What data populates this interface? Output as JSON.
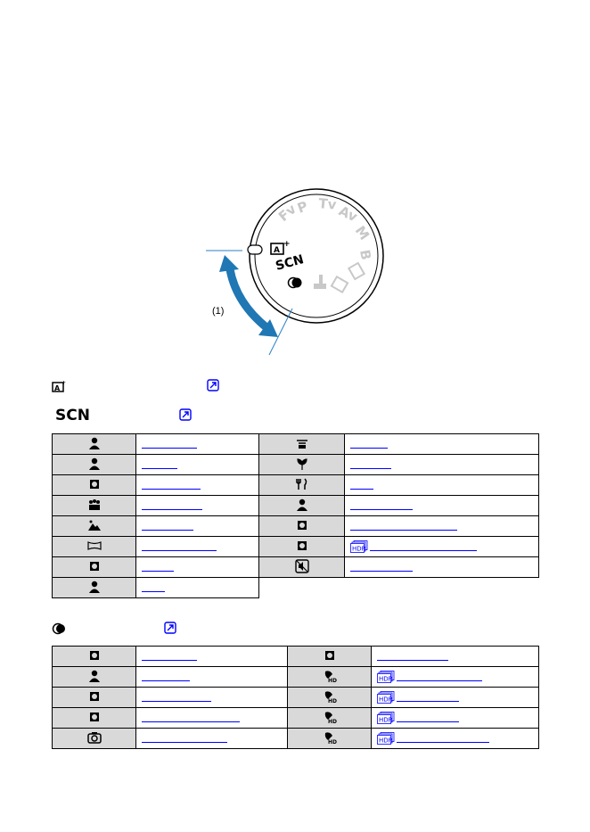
{
  "dial": {
    "callout": "(1)",
    "mode_labels": [
      "SCN"
    ],
    "faded_marks": [
      "Fv",
      "P",
      "Tv",
      "Av",
      "M",
      "B"
    ]
  },
  "sections": [
    {
      "id": "scene-intelligent-auto",
      "icon": "scene-intelligent-auto-icon"
    },
    {
      "id": "scn",
      "title": "SCN",
      "icon": "scn-icon"
    },
    {
      "id": "creative-filters",
      "icon": "creative-filters-icon"
    }
  ],
  "scn_table": {
    "rows": [
      [
        {
          "icon": "self-portrait-icon",
          "link_w": 62
        },
        {
          "icon": "panning-icon",
          "link_w": 42
        }
      ],
      [
        {
          "icon": "portrait-icon",
          "link_w": 40
        },
        {
          "icon": "close-up-icon",
          "link_w": 46
        }
      ],
      [
        {
          "icon": "smooth-skin-icon",
          "link_w": 66
        },
        {
          "icon": "food-icon",
          "link_w": 26
        }
      ],
      [
        {
          "icon": "group-photo-icon",
          "link_w": 68
        },
        {
          "icon": "night-portrait-icon",
          "link_w": 70
        }
      ],
      [
        {
          "icon": "landscape-icon",
          "link_w": 58
        },
        {
          "icon": "handheld-night-scene-icon",
          "link_w": 120
        }
      ],
      [
        {
          "icon": "panoramic-shot-icon",
          "link_w": 84
        },
        {
          "icon": "hdr-backlight-control-icon",
          "link_w": 120,
          "hdr": true
        }
      ],
      [
        {
          "icon": "sports-icon",
          "link_w": 36
        },
        {
          "icon": "silent-mode-icon",
          "link_w": 70
        }
      ],
      [
        {
          "icon": "kids-icon",
          "link_w": 26
        }
      ]
    ]
  },
  "filter_table": {
    "rows": [
      [
        {
          "icon": "grainy-bw-icon",
          "link_w": 62
        },
        {
          "icon": "miniature-effect-icon",
          "link_w": 80
        }
      ],
      [
        {
          "icon": "soft-focus-icon",
          "link_w": 54
        },
        {
          "icon": "hdr-art-standard-icon",
          "link_w": 96,
          "hdr": true
        }
      ],
      [
        {
          "icon": "fish-eye-effect-icon",
          "link_w": 78
        },
        {
          "icon": "hdr-art-vivid-icon",
          "link_w": 70,
          "hdr": true
        }
      ],
      [
        {
          "icon": "water-painting-effect-icon",
          "link_w": 110
        },
        {
          "icon": "hdr-art-bold-icon",
          "link_w": 70,
          "hdr": true
        }
      ],
      [
        {
          "icon": "toy-camera-effect-icon",
          "link_w": 96
        },
        {
          "icon": "hdr-art-embossed-icon",
          "link_w": 104,
          "hdr": true
        }
      ]
    ]
  }
}
